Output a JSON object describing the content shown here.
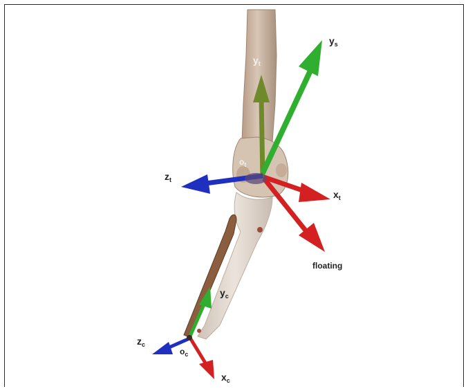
{
  "diagram": {
    "labels": {
      "y_t": "y",
      "y_t_sub": "t",
      "y_s": "y",
      "y_s_sub": "s",
      "o_t": "o",
      "o_t_sub": "t",
      "z_t": "z",
      "z_t_sub": "t",
      "x_t": "x",
      "x_t_sub": "t",
      "floating": "floating",
      "y_c": "y",
      "y_c_sub": "c",
      "z_c": "z",
      "z_c_sub": "c",
      "o_c": "o",
      "o_c_sub": "c",
      "x_c": "x",
      "x_c_sub": "c"
    },
    "colors": {
      "x_axis": "#d42020",
      "y_axis": "#2fae2f",
      "y_axis_dark": "#6f8a2a",
      "z_axis": "#1f2fc0",
      "bone": "#c9b09a",
      "bone_light": "#e3d8cc",
      "fibula": "#7a5236",
      "frame": "#2a2a2a"
    }
  }
}
